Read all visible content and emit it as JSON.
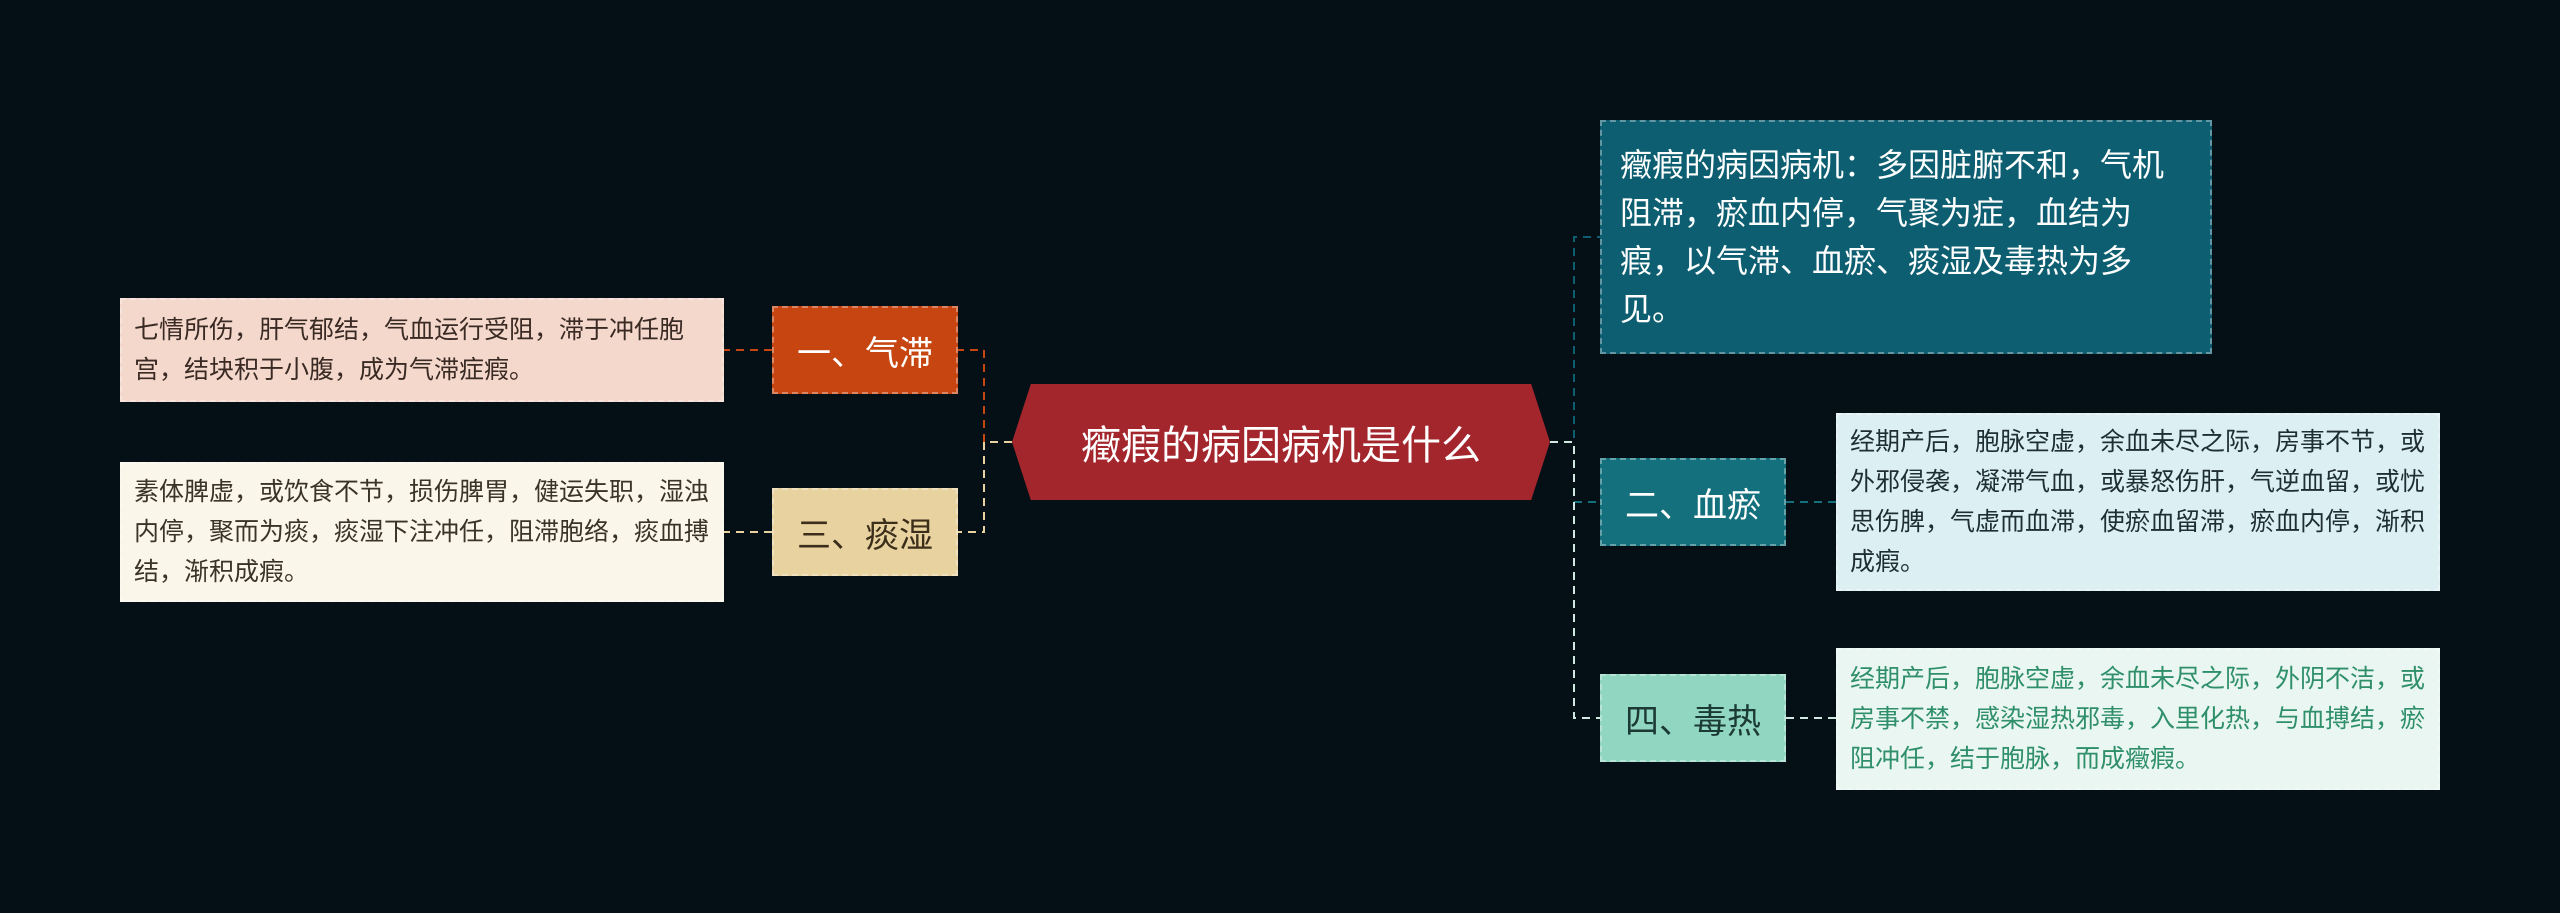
{
  "root": {
    "title": "癥瘕的病因病机是什么"
  },
  "summary": {
    "text": "癥瘕的病因病机：多因脏腑不和，气机阻滞，瘀血内停，气聚为症，血结为瘕，以气滞、血瘀、痰湿及毒热为多见。"
  },
  "branches": [
    {
      "label": "一、气滞",
      "detail": "七情所伤，肝气郁结，气血运行受阻，滞于冲任胞宫，结块积于小腹，成为气滞症瘕。"
    },
    {
      "label": "二、血瘀",
      "detail": "经期产后，胞脉空虚，余血未尽之际，房事不节，或外邪侵袭，凝滞气血，或暴怒伤肝，气逆血留，或忧思伤脾，气虚而血滞，使瘀血留滞，瘀血内停，渐积成瘕。"
    },
    {
      "label": "三、痰湿",
      "detail": "素体脾虚，或饮食不节，损伤脾胃，健运失职，湿浊内停，聚而为痰，痰湿下注冲任，阻滞胞络，痰血搏结，渐积成瘕。"
    },
    {
      "label": "四、毒热",
      "detail": "经期产后，胞脉空虚，余血未尽之际，外阴不洁，或房事不禁，感染湿热邪毒，入里化热，与血搏结，瘀阻冲任，结于胞脉，而成癥瘕。"
    }
  ],
  "colors": {
    "background": "#050f16",
    "root": "#a3262d",
    "qizhi": "#c74511",
    "tanshi": "#e8d29f",
    "xueyu": "#14707c",
    "dure": "#90d6c0",
    "summary": "#0d5e70"
  }
}
